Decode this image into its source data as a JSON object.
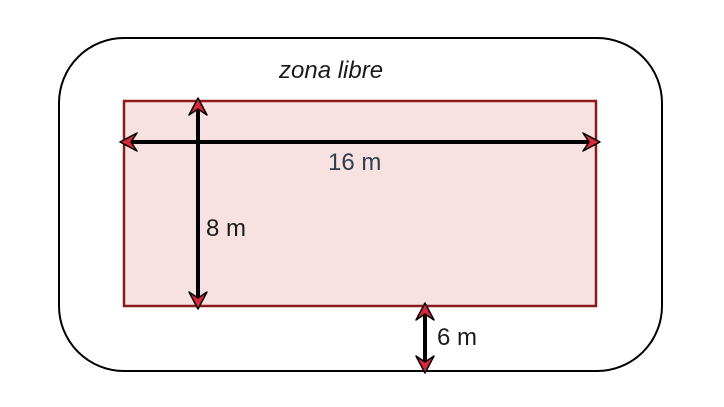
{
  "diagram": {
    "zone_label": "zona libre",
    "length_label": "16 m",
    "width_label": "8 m",
    "clearance_label": "6 m"
  },
  "colors": {
    "outline": "#000000",
    "court_fill": "#f8e1e1",
    "court_border": "#8b1a1a",
    "arrowhead": "#d9263b",
    "length_text": "#2f3d4d"
  }
}
